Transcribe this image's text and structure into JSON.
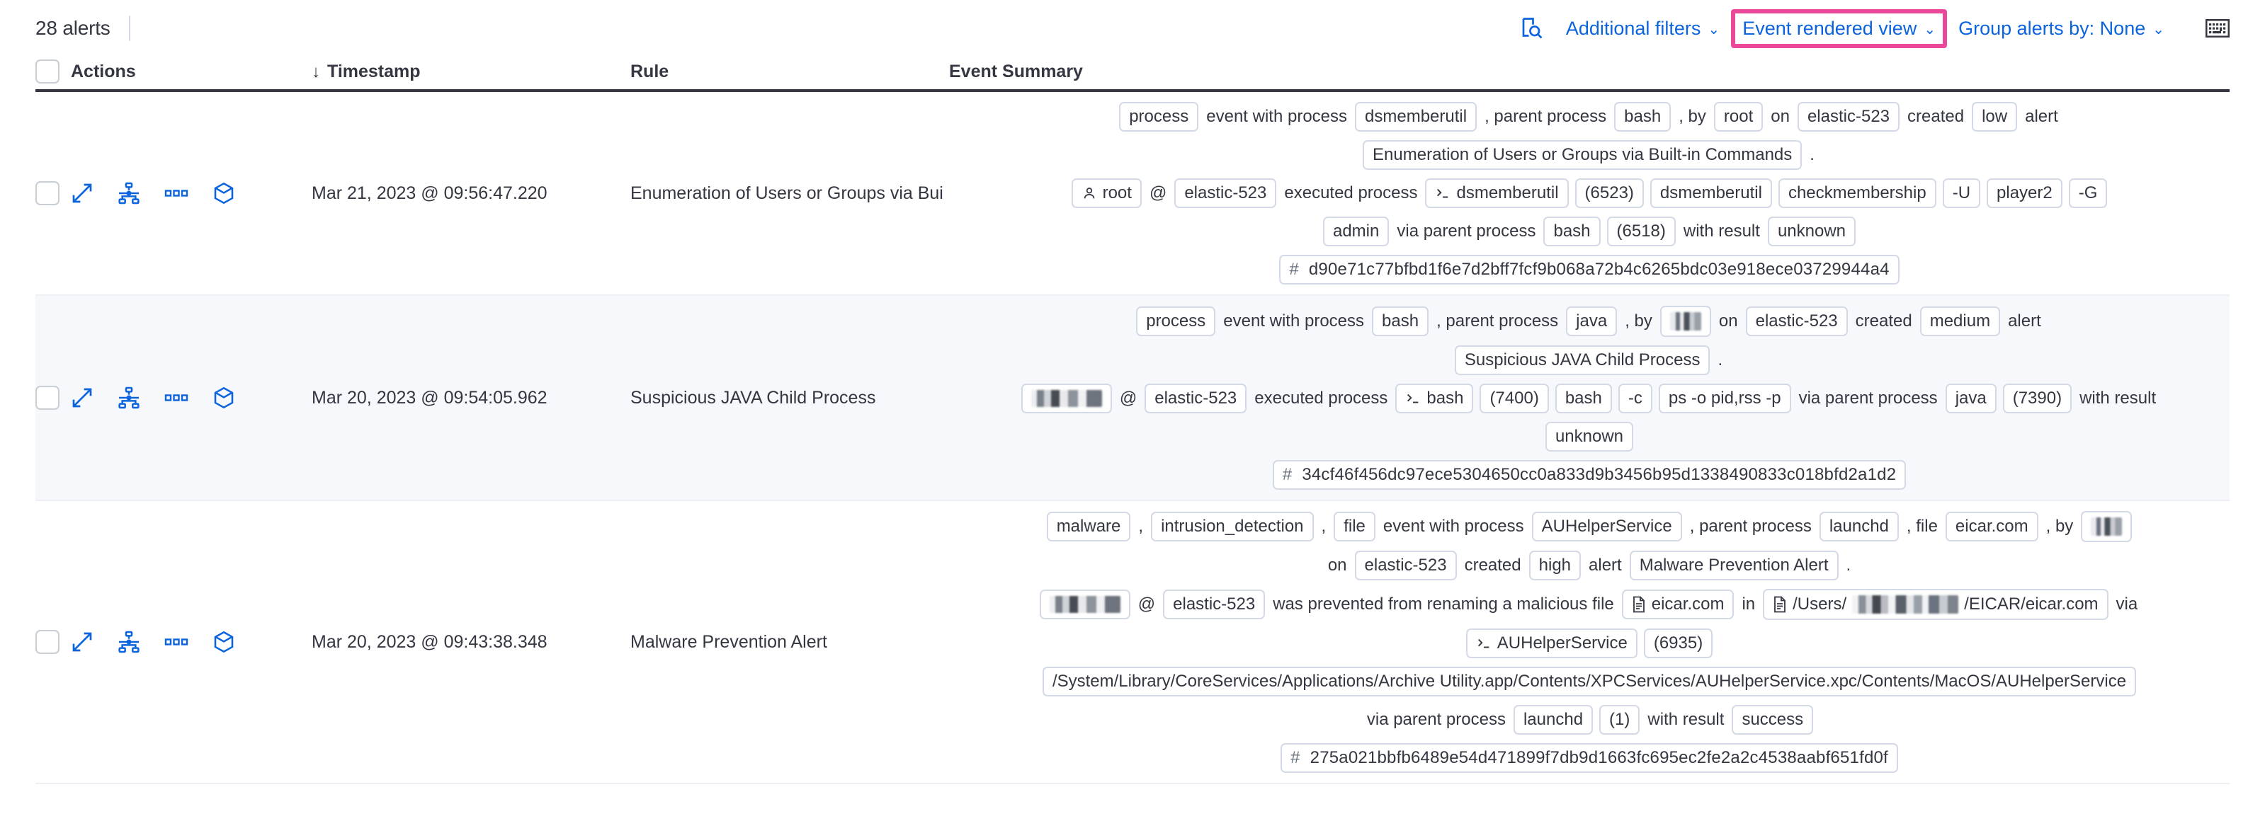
{
  "toolbar": {
    "alerts_count": "28 alerts",
    "additional_filters": "Additional filters",
    "event_rendered_view": "Event rendered view",
    "group_alerts_by": "Group alerts by: None",
    "caret": "⌄",
    "inspect_icon": "inspect-icon",
    "keyboard_icon": "keyboard-icon",
    "highlight_color": "#ec4899",
    "link_color": "#0b64dd"
  },
  "table": {
    "headers": {
      "actions": "Actions",
      "timestamp": "Timestamp",
      "rule": "Rule",
      "event_summary": "Event Summary",
      "sort_arrow": "↓"
    },
    "rows": [
      {
        "timestamp": "Mar 21, 2023 @ 09:56:47.220",
        "rule": "Enumeration of Users or Groups via Bui",
        "summary": [
          [
            {
              "t": "chip",
              "v": "process"
            },
            {
              "t": "text",
              "v": "event with process"
            },
            {
              "t": "chip",
              "v": "dsmemberutil"
            },
            {
              "t": "text",
              "v": ", parent process"
            },
            {
              "t": "chip",
              "v": "bash"
            },
            {
              "t": "text",
              "v": ", by"
            },
            {
              "t": "chip",
              "v": "root"
            },
            {
              "t": "text",
              "v": "on"
            },
            {
              "t": "chip",
              "v": "elastic-523"
            },
            {
              "t": "text",
              "v": "created"
            },
            {
              "t": "chip",
              "v": "low"
            },
            {
              "t": "text",
              "v": "alert"
            }
          ],
          [
            {
              "t": "chip",
              "v": "Enumeration of Users or Groups via Built-in Commands"
            },
            {
              "t": "text",
              "v": "."
            }
          ],
          [
            {
              "t": "chip",
              "v": "root",
              "icon": "user-icon"
            },
            {
              "t": "text",
              "v": "@"
            },
            {
              "t": "chip",
              "v": "elastic-523"
            },
            {
              "t": "text",
              "v": "executed process"
            },
            {
              "t": "chip",
              "v": "dsmemberutil",
              "icon": "console-icon"
            },
            {
              "t": "chip",
              "v": "(6523)"
            },
            {
              "t": "chip",
              "v": "dsmemberutil"
            },
            {
              "t": "chip",
              "v": "checkmembership"
            },
            {
              "t": "chip",
              "v": "-U"
            },
            {
              "t": "chip",
              "v": "player2"
            },
            {
              "t": "chip",
              "v": "-G"
            }
          ],
          [
            {
              "t": "chip",
              "v": "admin"
            },
            {
              "t": "text",
              "v": "via parent process"
            },
            {
              "t": "chip",
              "v": "bash"
            },
            {
              "t": "chip",
              "v": "(6518)"
            },
            {
              "t": "text",
              "v": "with result"
            },
            {
              "t": "chip",
              "v": "unknown"
            }
          ],
          [
            {
              "t": "hash",
              "v": "d90e71c77bfbd1f6e7d2bff7fcf9b068a72b4c6265bdc03e918ece03729944a4"
            }
          ]
        ]
      },
      {
        "timestamp": "Mar 20, 2023 @ 09:54:05.962",
        "rule": "Suspicious JAVA Child Process",
        "summary": [
          [
            {
              "t": "chip",
              "v": "process"
            },
            {
              "t": "text",
              "v": "event with process"
            },
            {
              "t": "chip",
              "v": "bash"
            },
            {
              "t": "text",
              "v": ", parent process"
            },
            {
              "t": "chip",
              "v": "java"
            },
            {
              "t": "text",
              "v": ", by"
            },
            {
              "t": "chip",
              "v": "",
              "redact": "sm"
            },
            {
              "t": "text",
              "v": "on"
            },
            {
              "t": "chip",
              "v": "elastic-523"
            },
            {
              "t": "text",
              "v": "created"
            },
            {
              "t": "chip",
              "v": "medium"
            },
            {
              "t": "text",
              "v": "alert"
            }
          ],
          [
            {
              "t": "chip",
              "v": "Suspicious JAVA Child Process"
            },
            {
              "t": "text",
              "v": "."
            }
          ],
          [
            {
              "t": "chip",
              "v": "",
              "redact": "md"
            },
            {
              "t": "text",
              "v": "@"
            },
            {
              "t": "chip",
              "v": "elastic-523"
            },
            {
              "t": "text",
              "v": "executed process"
            },
            {
              "t": "chip",
              "v": "bash",
              "icon": "console-icon"
            },
            {
              "t": "chip",
              "v": "(7400)"
            },
            {
              "t": "chip",
              "v": "bash"
            },
            {
              "t": "chip",
              "v": "-c"
            },
            {
              "t": "chip",
              "v": "ps -o pid,rss -p"
            },
            {
              "t": "text",
              "v": "via parent process"
            },
            {
              "t": "chip",
              "v": "java"
            },
            {
              "t": "chip",
              "v": "(7390)"
            },
            {
              "t": "text",
              "v": "with result"
            }
          ],
          [
            {
              "t": "chip",
              "v": "unknown"
            }
          ],
          [
            {
              "t": "hash",
              "v": "34cf46f456dc97ece5304650cc0a833d9b3456b95d1338490833c018bfd2a1d2"
            }
          ]
        ]
      },
      {
        "timestamp": "Mar 20, 2023 @ 09:43:38.348",
        "rule": "Malware Prevention Alert",
        "summary": [
          [
            {
              "t": "chip",
              "v": "malware"
            },
            {
              "t": "text",
              "v": ","
            },
            {
              "t": "chip",
              "v": "intrusion_detection"
            },
            {
              "t": "text",
              "v": ","
            },
            {
              "t": "chip",
              "v": "file"
            },
            {
              "t": "text",
              "v": "event with process"
            },
            {
              "t": "chip",
              "v": "AUHelperService"
            },
            {
              "t": "text",
              "v": ", parent process"
            },
            {
              "t": "chip",
              "v": "launchd"
            },
            {
              "t": "text",
              "v": ", file"
            },
            {
              "t": "chip",
              "v": "eicar.com"
            },
            {
              "t": "text",
              "v": ", by"
            },
            {
              "t": "chip",
              "v": "",
              "redact": "sm"
            }
          ],
          [
            {
              "t": "text",
              "v": "on"
            },
            {
              "t": "chip",
              "v": "elastic-523"
            },
            {
              "t": "text",
              "v": "created"
            },
            {
              "t": "chip",
              "v": "high"
            },
            {
              "t": "text",
              "v": "alert"
            },
            {
              "t": "chip",
              "v": "Malware Prevention Alert"
            },
            {
              "t": "text",
              "v": "."
            }
          ],
          [
            {
              "t": "chip",
              "v": "",
              "redact": "md"
            },
            {
              "t": "text",
              "v": "@"
            },
            {
              "t": "chip",
              "v": "elastic-523"
            },
            {
              "t": "text",
              "v": "was prevented from renaming a malicious file"
            },
            {
              "t": "chip",
              "v": "eicar.com",
              "icon": "file-icon"
            },
            {
              "t": "text",
              "v": "in"
            },
            {
              "t": "chip",
              "v": "/Users/",
              "suffix": "/EICAR/eicar.com",
              "icon": "file-icon",
              "redact": "lg"
            },
            {
              "t": "text",
              "v": "via"
            }
          ],
          [
            {
              "t": "chip",
              "v": "AUHelperService",
              "icon": "console-icon"
            },
            {
              "t": "chip",
              "v": "(6935)"
            }
          ],
          [
            {
              "t": "chip",
              "v": "/System/Library/CoreServices/Applications/Archive Utility.app/Contents/XPCServices/AUHelperService.xpc/Contents/MacOS/AUHelperService"
            }
          ],
          [
            {
              "t": "text",
              "v": "via parent process"
            },
            {
              "t": "chip",
              "v": "launchd"
            },
            {
              "t": "chip",
              "v": "(1)"
            },
            {
              "t": "text",
              "v": "with result"
            },
            {
              "t": "chip",
              "v": "success"
            }
          ],
          [
            {
              "t": "hash",
              "v": "275a021bbfb6489e54d471899f7db9d1663fc695ec2fe2a2c4538aabf651fd0f"
            }
          ]
        ]
      }
    ],
    "row_actions": [
      {
        "name": "expand-icon",
        "title": "expand"
      },
      {
        "name": "analyze-event-icon",
        "title": "analyze event"
      },
      {
        "name": "more-actions-icon",
        "title": "more actions"
      },
      {
        "name": "session-view-icon",
        "title": "session view"
      }
    ]
  }
}
